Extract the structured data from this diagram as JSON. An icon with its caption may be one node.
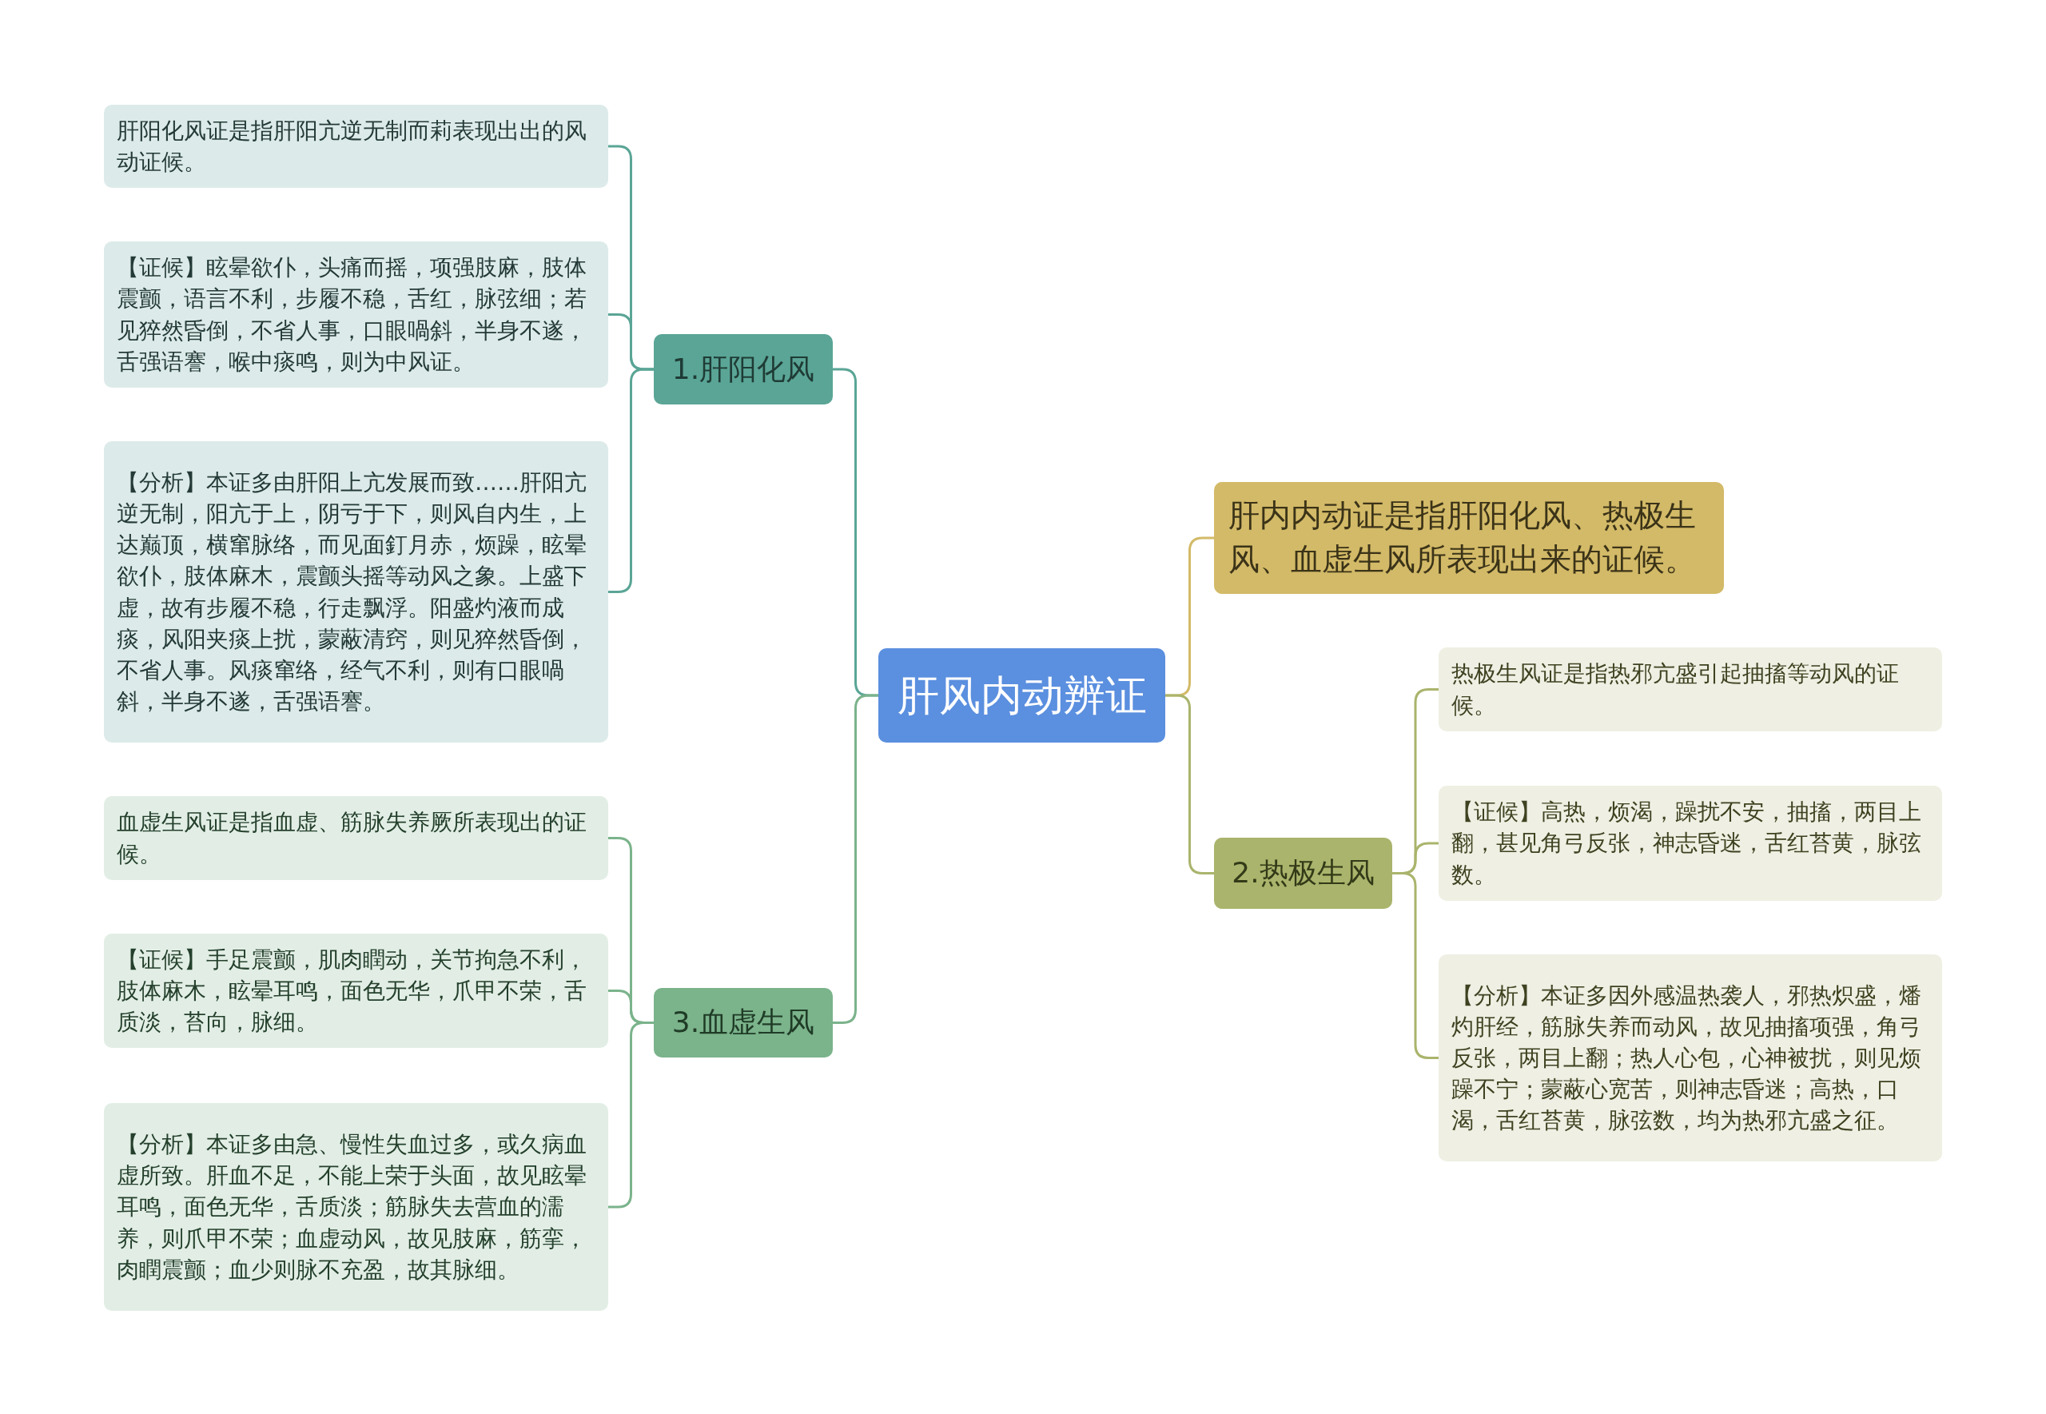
{
  "diagram": {
    "nodes": [
      {
        "text": [
          "肝风内动辨证"
        ]
      },
      {
        "text": [
          "1.肝阳化风"
        ]
      },
      {
        "text": [
          "肝阳化风证是指肝阳亢逆无制而莉表现出出的风动证候。"
        ]
      },
      {
        "text": [
          "【证候】眩晕欲仆，头痛而摇，项强肢麻，肢体震颤，语言不利，步履不稳，舌红，脉弦细；若见猝然昏倒，不省人事，口眼喎斜，半身不遂，舌强语謇，喉中痰鸣，则为中风证。"
        ]
      },
      {
        "text": [
          "【分析】本证多由肝阳上亢发展而致……肝阳亢逆无制，阳亢于上，阴亏于下，则风自内生，上达巅顶，横窜脉络，而见面釘月赤，烦躁，眩晕欲仆，肢体麻木，震颤头摇等动风之象。上盛下虚，故有步履不稳，行走飘浮。阳盛灼液而成痰，风阳夹痰上扰，蒙蔽清窍，则见猝然昏倒，不省人事。风痰窜络，经气不利，则有口眼喎斜，半身不遂，舌强语謇。"
        ]
      },
      {
        "text": [
          "肝内内动证是指肝阳化风、热极生风、血虚生风所表现出来的证候。"
        ]
      },
      {
        "text": [
          "2.热极生风"
        ]
      },
      {
        "text": [
          "热极生风证是指热邪亢盛引起抽搐等动风的证候。"
        ]
      },
      {
        "text": [
          "【证候】高热，烦渴，躁扰不安，抽搐，两目上翻，甚见角弓反张，神志昏迷，舌红苔黄，脉弦数。"
        ]
      },
      {
        "text": [
          "【分析】本证多因外感温热袭人，邪热炽盛，燔灼肝经，筋脉失养而动风，故见抽搐项强，角弓反张，两目上翻；热人心包，心神被扰，则见烦躁不宁；蒙蔽心宽苦，则神志昏迷；高热，口渴，舌红苔黄，脉弦数，均为热邪亢盛之征。"
        ]
      },
      {
        "text": [
          "3.血虚生风"
        ]
      },
      {
        "text": [
          "血虚生风证是指血虚、筋脉失养厥所表现出的证候。"
        ]
      },
      {
        "text": [
          "【证候】手足震颤，肌肉瞤动，关节拘急不利，肢体麻木，眩晕耳鸣，面色无华，爪甲不荣，舌质淡，苔向，脉细。"
        ]
      },
      {
        "text": [
          "【分析】本证多由急、慢性失血过多，或久病血虚所致。肝血不足，不能上荣于头面，故见眩晕耳鸣，面色无华，舌质淡；筋脉失去营血的濡养，则爪甲不荣；血虚动风，故见肢麻，筋挛，肉瞤震颤；血少则脉不充盈，故其脉细。"
        ]
      }
    ],
    "edges": [
      {
        "from": 0,
        "to": 1,
        "arrow": "none",
        "color": "#5aa596"
      },
      {
        "from": 1,
        "to": 2,
        "arrow": "none",
        "color": "#5aa596"
      },
      {
        "from": 1,
        "to": 3,
        "arrow": "none",
        "color": "#5aa596"
      },
      {
        "from": 1,
        "to": 4,
        "arrow": "none",
        "color": "#5aa596"
      },
      {
        "from": 0,
        "to": 5,
        "arrow": "none",
        "color": "#d3ba68"
      },
      {
        "from": 0,
        "to": 6,
        "arrow": "none",
        "color": "#aab46c"
      },
      {
        "from": 6,
        "to": 7,
        "arrow": "none",
        "color": "#aab46c"
      },
      {
        "from": 6,
        "to": 8,
        "arrow": "none",
        "color": "#aab46c"
      },
      {
        "from": 6,
        "to": 9,
        "arrow": "none",
        "color": "#aab46c"
      },
      {
        "from": 0,
        "to": 10,
        "arrow": "none",
        "color": "#7bb38b"
      },
      {
        "from": 10,
        "to": 11,
        "arrow": "none",
        "color": "#7bb38b"
      },
      {
        "from": 10,
        "to": 12,
        "arrow": "none",
        "color": "#7bb38b"
      },
      {
        "from": 10,
        "to": 13,
        "arrow": "none",
        "color": "#7bb38b"
      }
    ]
  }
}
